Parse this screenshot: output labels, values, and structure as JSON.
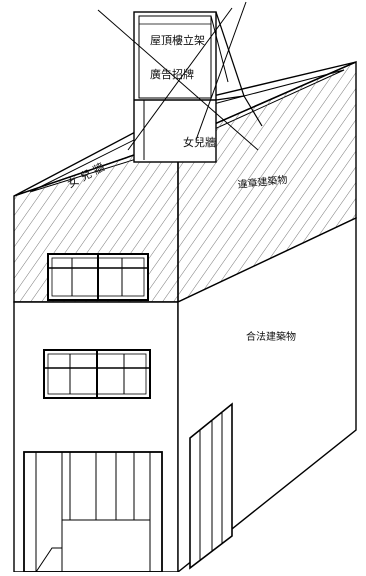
{
  "labels": {
    "rooftop_sign": "屋頂樓立架",
    "billboard": "廣告招牌",
    "parapet_side": "女兒牆",
    "parapet_front": "女 兒 牆",
    "illegal_building": "違章建築物",
    "legal_building": "合法建築物"
  }
}
